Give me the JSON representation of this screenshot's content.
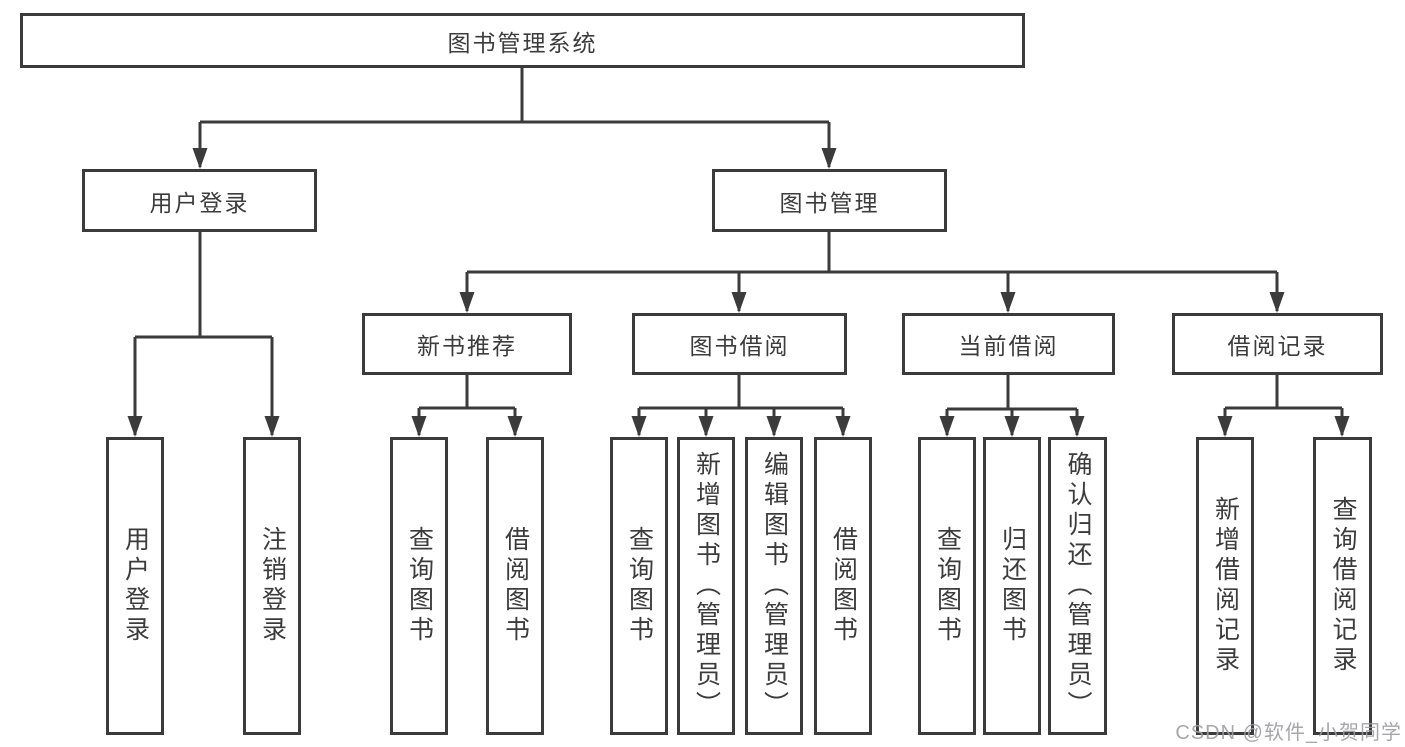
{
  "tree": {
    "label": "图书管理系统",
    "children": [
      {
        "label": "用户登录",
        "children": [
          {
            "label": "用户登录"
          },
          {
            "label": "注销登录"
          }
        ]
      },
      {
        "label": "图书管理",
        "children": [
          {
            "label": "新书推荐",
            "children": [
              {
                "label": "查询图书"
              },
              {
                "label": "借阅图书"
              }
            ]
          },
          {
            "label": "图书借阅",
            "children": [
              {
                "label": "查询图书"
              },
              {
                "label": "新增图书（管理员）"
              },
              {
                "label": "编辑图书（管理员）"
              },
              {
                "label": "借阅图书"
              }
            ]
          },
          {
            "label": "当前借阅",
            "children": [
              {
                "label": "查询图书"
              },
              {
                "label": "归还图书"
              },
              {
                "label": "确认归还（管理员）"
              }
            ]
          },
          {
            "label": "借阅记录",
            "children": [
              {
                "label": "新增借阅记录"
              },
              {
                "label": "查询借阅记录"
              }
            ]
          }
        ]
      }
    ]
  },
  "watermark": {
    "text": "CSDN @软件_小贺同学"
  },
  "colors": {
    "line": "#3b3b3b",
    "text": "#3c3c3c",
    "node_background": "#ffffff",
    "page_background": "#ffffff",
    "watermark": "#9e9ea3"
  }
}
